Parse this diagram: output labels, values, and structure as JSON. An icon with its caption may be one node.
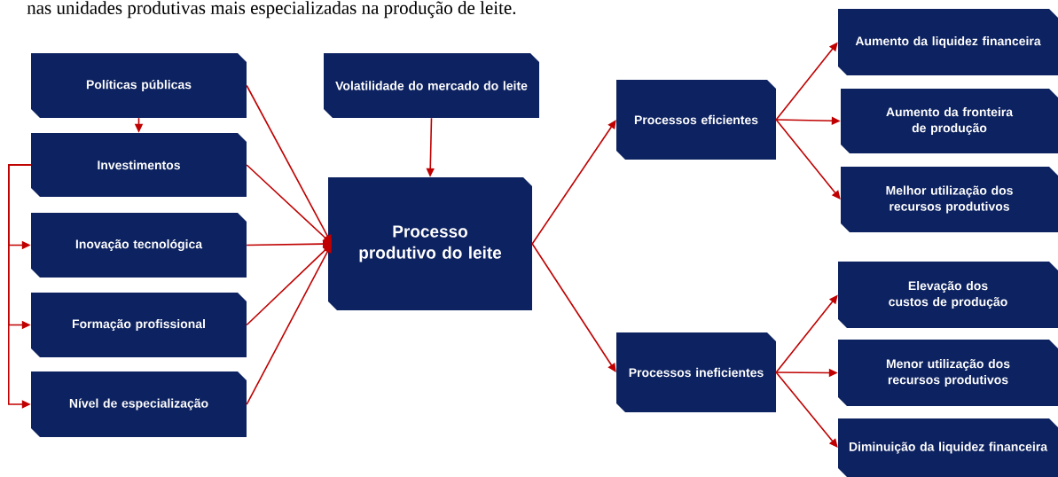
{
  "diagram": {
    "nodes": [
      {
        "text": [
          "Políticas públicas"
        ]
      },
      {
        "text": [
          "Investimentos"
        ]
      },
      {
        "text": [
          "Inovação tecnológica"
        ]
      },
      {
        "text": [
          "Formação profissional"
        ]
      },
      {
        "text": [
          "Nível de especialização"
        ]
      },
      {
        "text": [
          "Volatilidade do mercado do leite"
        ]
      },
      {
        "text": [
          "Processo produtivo do leite"
        ]
      },
      {
        "text": [
          "Processos eficientes"
        ]
      },
      {
        "text": [
          "Processos ineficientes"
        ]
      },
      {
        "text": [
          "Aumento da liquidez financeira"
        ]
      },
      {
        "text": [
          "Aumento da fronteira de produção"
        ]
      },
      {
        "text": [
          "Melhor utilização dos recursos produtivos"
        ]
      },
      {
        "text": [
          "Elevação dos custos de produção"
        ]
      },
      {
        "text": [
          "Menor utilização dos recursos produtivos"
        ]
      },
      {
        "text": [
          "Diminuição da liquidez financeira"
        ]
      }
    ],
    "edges": [
      {
        "from": 0,
        "to": 1,
        "arrow": "to"
      },
      {
        "from": 1,
        "to": 2,
        "arrow": "to"
      },
      {
        "from": 1,
        "to": 3,
        "arrow": "to"
      },
      {
        "from": 1,
        "to": 4,
        "arrow": "to"
      },
      {
        "from": 0,
        "to": 6,
        "arrow": "to"
      },
      {
        "from": 1,
        "to": 6,
        "arrow": "to"
      },
      {
        "from": 2,
        "to": 6,
        "arrow": "to"
      },
      {
        "from": 3,
        "to": 6,
        "arrow": "to"
      },
      {
        "from": 4,
        "to": 6,
        "arrow": "to"
      },
      {
        "from": 5,
        "to": 6,
        "arrow": "to"
      },
      {
        "from": 6,
        "to": 7,
        "arrow": "to"
      },
      {
        "from": 6,
        "to": 8,
        "arrow": "to"
      },
      {
        "from": 7,
        "to": 9,
        "arrow": "to"
      },
      {
        "from": 7,
        "to": 10,
        "arrow": "to"
      },
      {
        "from": 7,
        "to": 11,
        "arrow": "to"
      },
      {
        "from": 8,
        "to": 12,
        "arrow": "to"
      },
      {
        "from": 8,
        "to": 13,
        "arrow": "to"
      },
      {
        "from": 8,
        "to": 14,
        "arrow": "to"
      }
    ],
    "labels": [
      "nas unidades produtivas mais especializadas na produção de leite."
    ]
  }
}
